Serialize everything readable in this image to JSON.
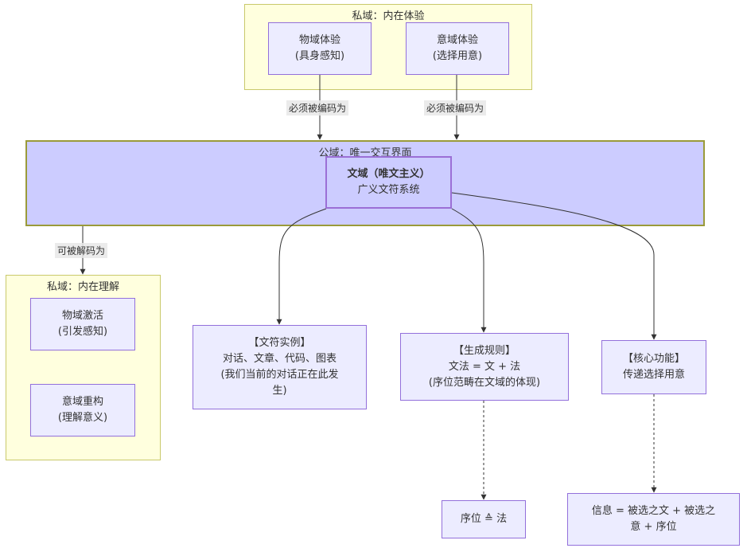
{
  "clusters": {
    "private_top": "私域：内在体验",
    "public": "公域：唯一交互界面",
    "private_left": "私域：内在理解"
  },
  "nodes": {
    "physical_exp": [
      "物域体验",
      "(具身感知)"
    ],
    "meaning_exp": [
      "意域体验",
      "(选择用意)"
    ],
    "text_domain": [
      "文域（唯文主义）",
      "广义文符系统"
    ],
    "physical_activate": [
      "物域激活",
      "(引发感知)"
    ],
    "meaning_reconstruct": [
      "意域重构",
      "(理解意义)"
    ],
    "text_instance": [
      "【文符实例】",
      "对话、文章、代码、图表",
      "(我们当前的对话正在此发",
      "生)"
    ],
    "gen_rules": [
      "【生成规则】",
      "文法 = 文 + 法",
      "(序位范畴在文域的体现)"
    ],
    "core_function": [
      "【核心功能】",
      "传递选择用意"
    ],
    "order_law": [
      "序位 ≙ 法"
    ],
    "information": [
      "信息 = 被选之文 + 被选之",
      "意 + 序位"
    ]
  },
  "edge_labels": {
    "encode_1": "必须被编码为",
    "encode_2": "必须被编码为",
    "decode": "可被解码为"
  },
  "colors": {
    "private_fill": "#ffffde",
    "public_fill": "#ccccff",
    "node_fill": "#ececff",
    "node_border": "#9370db",
    "edge": "#333333"
  }
}
